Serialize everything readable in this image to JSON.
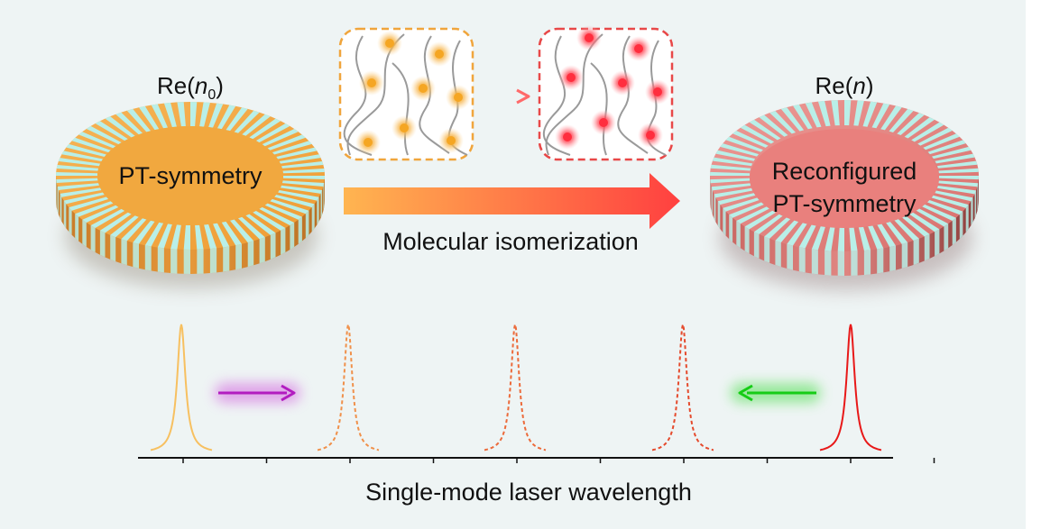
{
  "left": {
    "title_prefix": "Re(",
    "title_var": "n",
    "title_sub": "0",
    "title_suffix": ")",
    "disc_label": "PT-symmetry"
  },
  "right": {
    "title_prefix": "Re(",
    "title_var": "n",
    "title_suffix": ")",
    "disc_label_line1": "Reconfigured",
    "disc_label_line2": "PT-symmetry"
  },
  "process_label": "Molecular isomerization",
  "axis_label": "Single-mode laser wavelength",
  "colors": {
    "orange": "#f5a623",
    "red": "#ff2e3e",
    "grating_stripe": "#b9efe8",
    "peak_start": "#f7c060",
    "peak_mid1": "#f0904a",
    "peak_mid2": "#ec6a3a",
    "peak_mid3": "#e54a2c",
    "peak_end": "#e81818",
    "magenta_arrow": "#b21cc0",
    "green_arrow": "#16cc16"
  },
  "peaks": [
    {
      "style": "solid",
      "color": "#f7c060"
    },
    {
      "style": "dashed",
      "color": "#f0904a"
    },
    {
      "style": "dashed",
      "color": "#ec6a3a"
    },
    {
      "style": "dashed",
      "color": "#e54a2c"
    },
    {
      "style": "solid",
      "color": "#e81818"
    }
  ]
}
